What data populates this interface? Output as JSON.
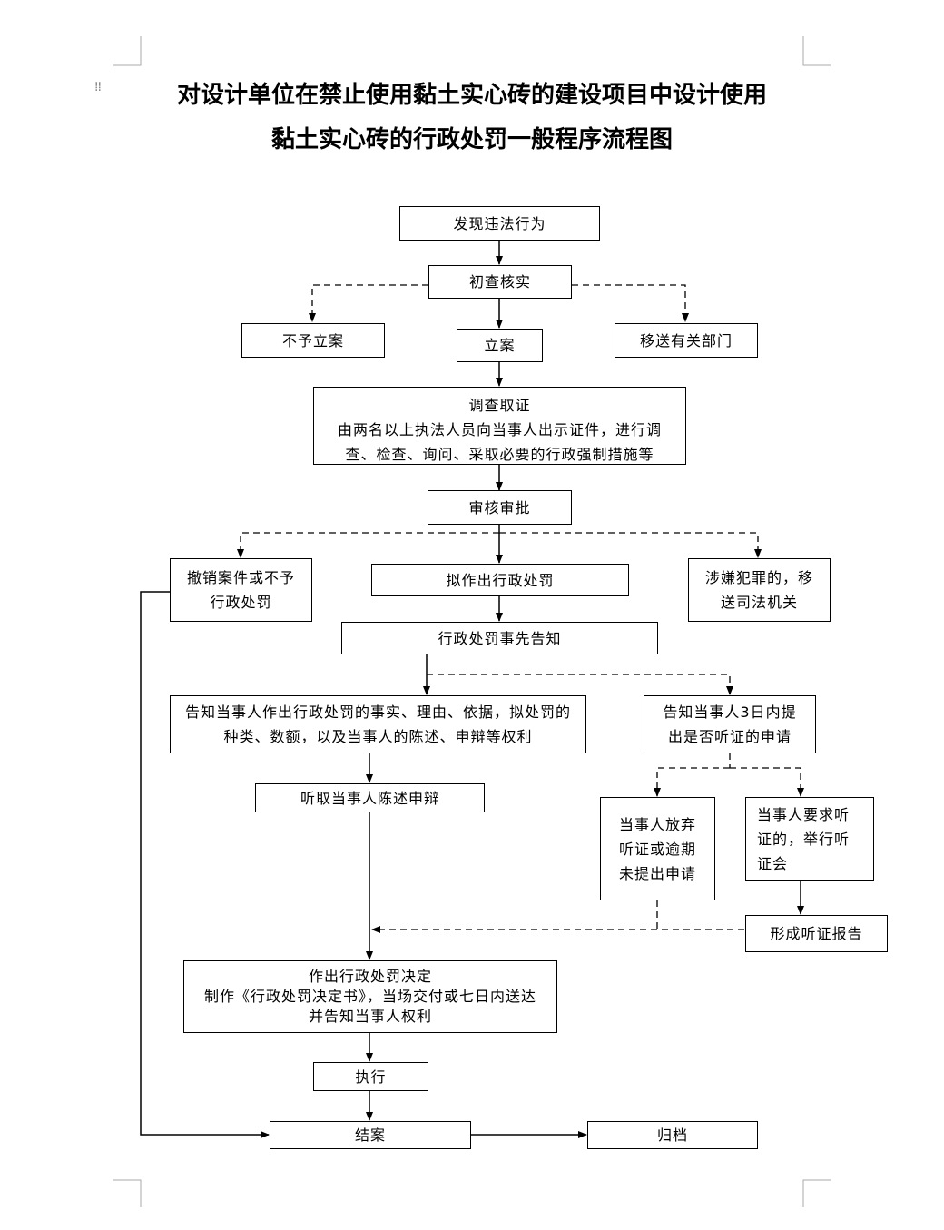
{
  "title": {
    "line1": "对设计单位在禁止使用黏土实心砖的建设项目中设计使用",
    "line2": "黏土实心砖的行政处罚一般程序流程图"
  },
  "nodes": {
    "discover": "发现违法行为",
    "initial_check": "初查核实",
    "no_case": "不予立案",
    "file_case": "立案",
    "transfer_dept": "移送有关部门",
    "investigate": {
      "title": "调查取证",
      "line1": "由两名以上执法人员向当事人出示证件，进行调",
      "line2": "查、检查、询问、采取必要的行政强制措施等"
    },
    "review": "审核审批",
    "revoke": {
      "line1": "撤销案件或不予",
      "line2": "行政处罚"
    },
    "propose": "拟作出行政处罚",
    "criminal": {
      "line1": "涉嫌犯罪的，移",
      "line2": "送司法机关"
    },
    "prior_notice": "行政处罚事先告知",
    "notify_rights": {
      "line1": "告知当事人作出行政处罚的事实、理由、依据，拟处罚的",
      "line2": "种类、数额，以及当事人的陈述、申辩等权利"
    },
    "notify_hearing": {
      "line1": "告知当事人3日内提",
      "line2": "出是否听证的申请"
    },
    "listen": "听取当事人陈述申辩",
    "waive": {
      "line1": "当事人放弃",
      "line2": "听证或逾期",
      "line3": "未提出申请"
    },
    "request_hearing": {
      "line1": "当事人要求听",
      "line2": "证的，举行听",
      "line3": "证会"
    },
    "hearing_report": "形成听证报告",
    "decision": {
      "title": "作出行政处罚决定",
      "line1": "制作《行政处罚决定书》，当场交付或七日内送达",
      "line2": "并告知当事人权利"
    },
    "execute": "执行",
    "close": "结案",
    "archive": "归档"
  },
  "icons": {
    "drag_handle": "drag-handle-icon"
  },
  "colors": {
    "line": "#000000",
    "page_marks": "#aaaaaa"
  }
}
